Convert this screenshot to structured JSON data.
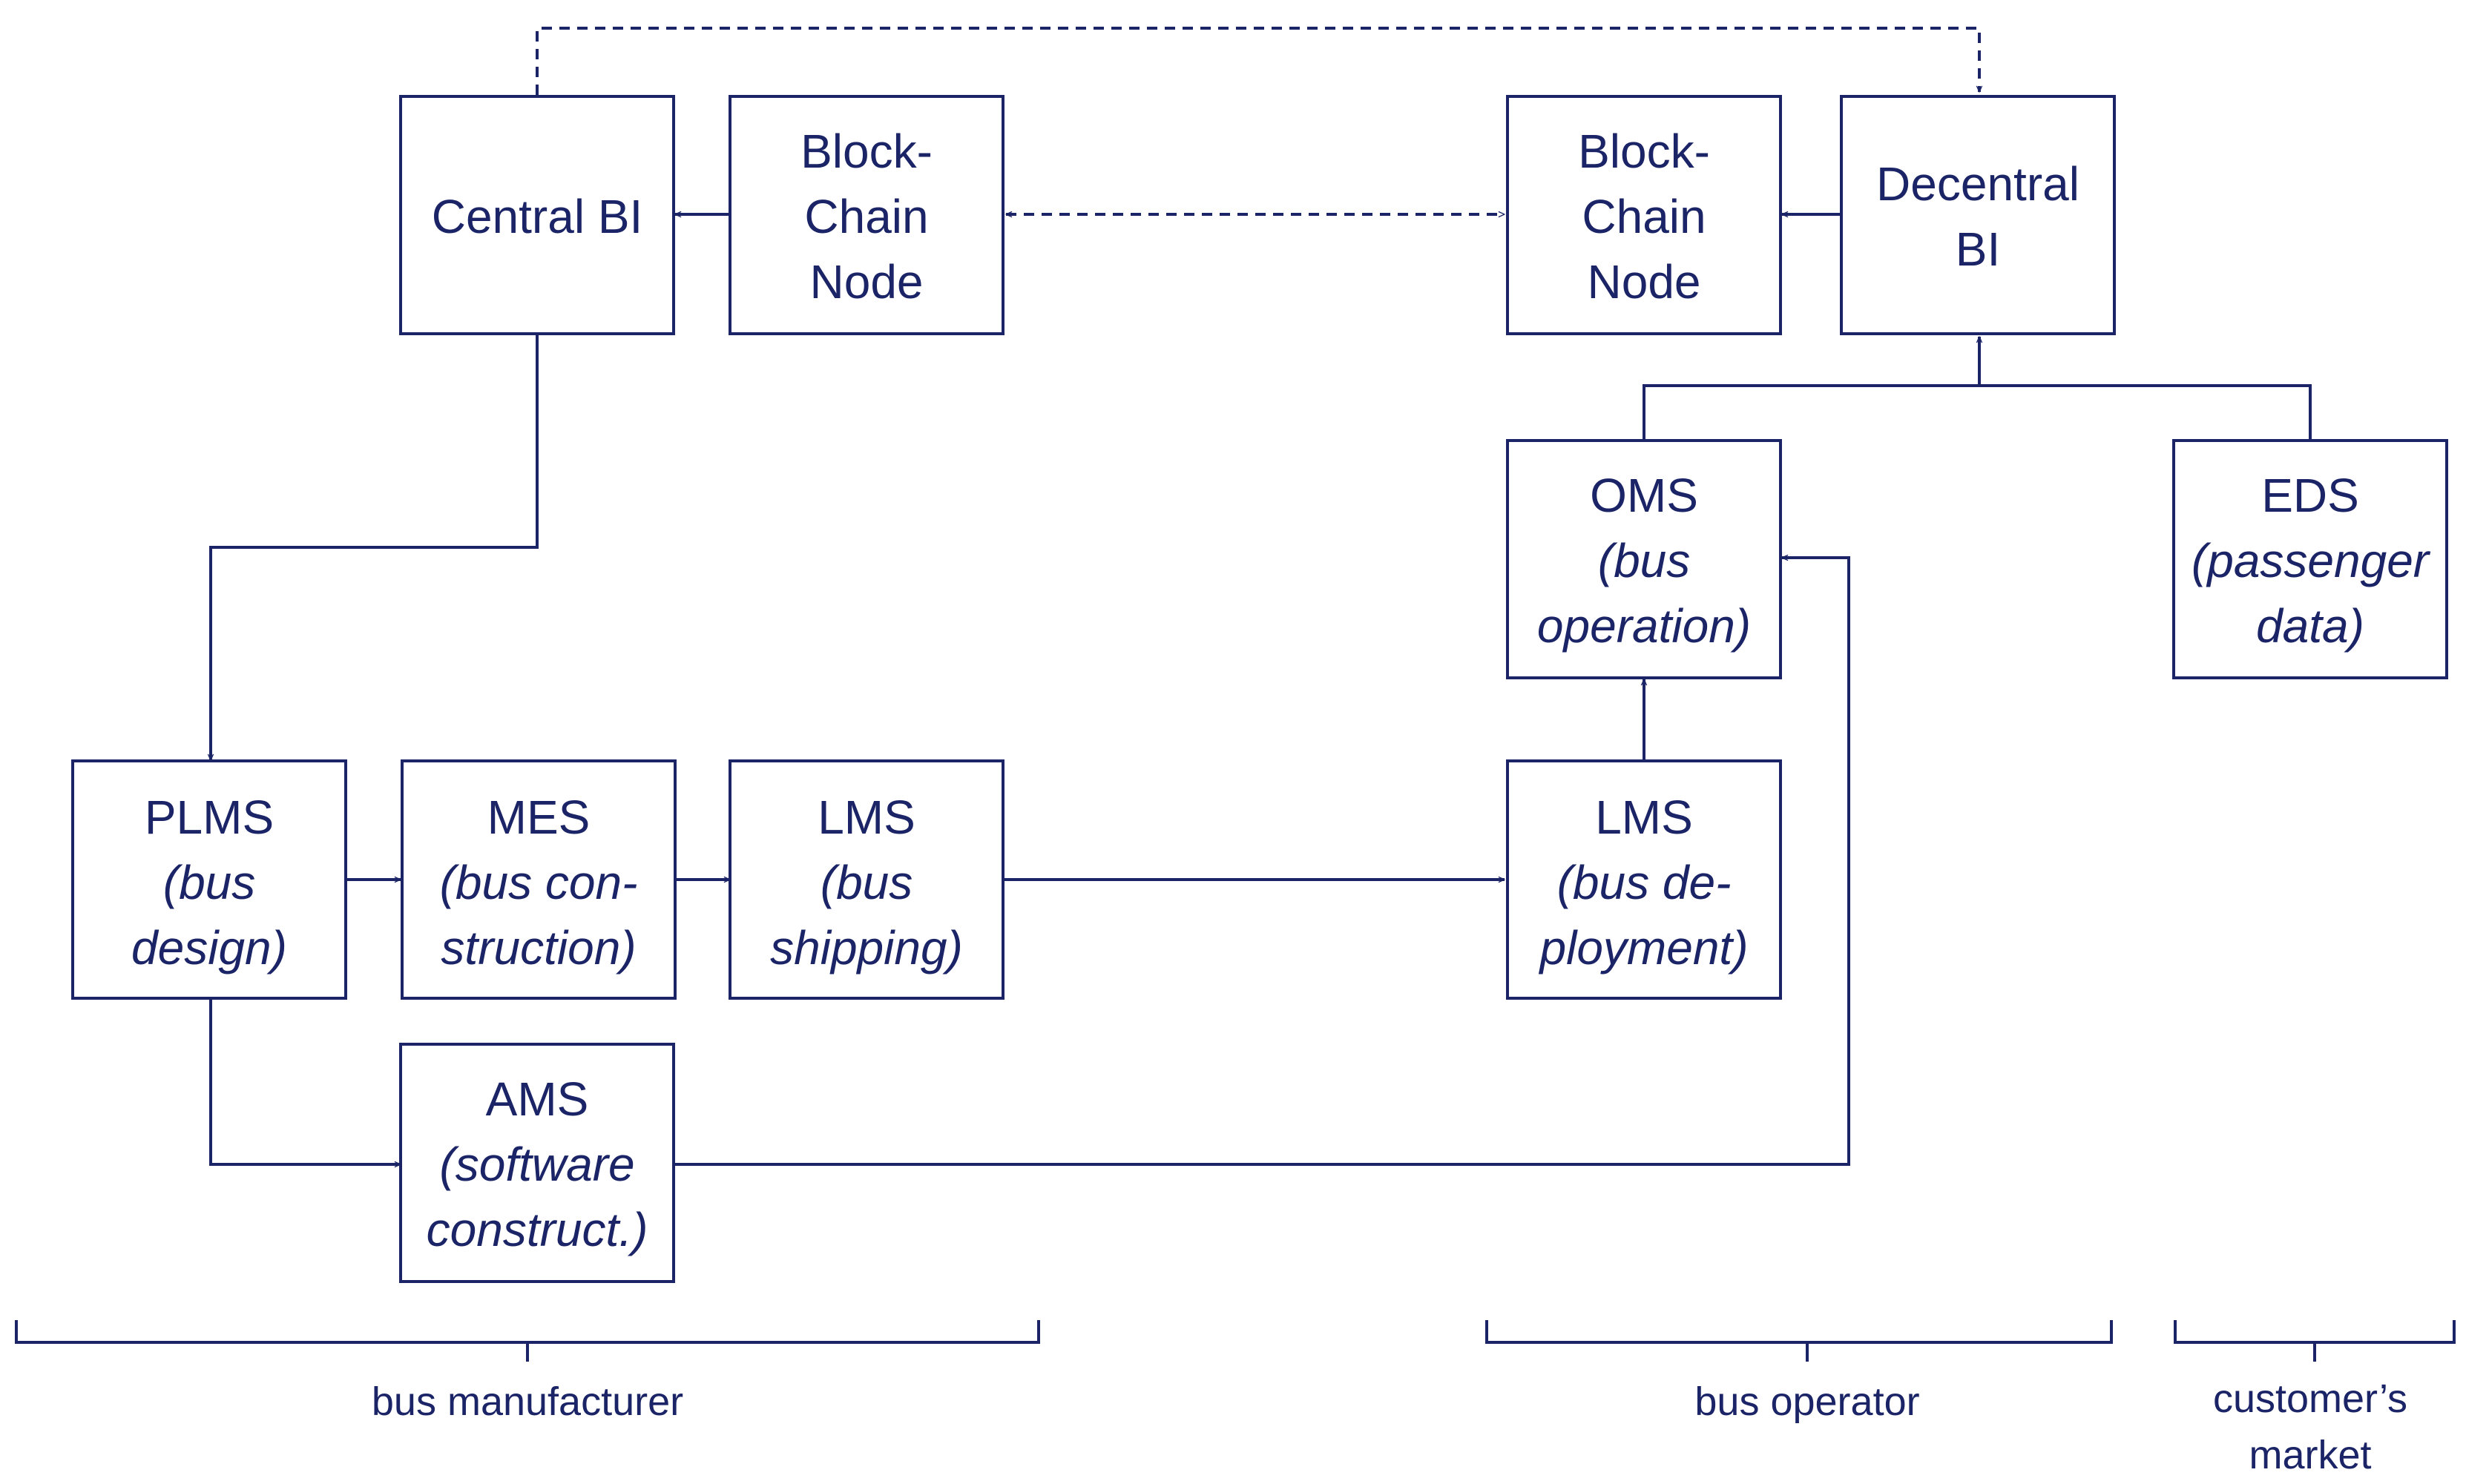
{
  "colors": {
    "stroke": "#1a2466",
    "text": "#1a2466",
    "background": "#ffffff"
  },
  "nodes": {
    "central_bi": {
      "line1": "Central BI"
    },
    "blockchain_node_left": {
      "line1": "Block-",
      "line2": "Chain",
      "line3": "Node"
    },
    "blockchain_node_right": {
      "line1": "Block-",
      "line2": "Chain",
      "line3": "Node"
    },
    "decentral_bi": {
      "line1": "Decentral",
      "line2": "BI"
    },
    "oms": {
      "title": "OMS",
      "sub1": "(bus",
      "sub2": "operation)"
    },
    "eds": {
      "title": "EDS",
      "sub1": "(passenger",
      "sub2": "data)"
    },
    "plms": {
      "title": "PLMS",
      "sub1": "(bus",
      "sub2": "design)"
    },
    "mes": {
      "title": "MES",
      "sub1": "(bus con-",
      "sub2": "struction)"
    },
    "lms_shipping": {
      "title": "LMS",
      "sub1": "(bus",
      "sub2": "shipping)"
    },
    "lms_deployment": {
      "title": "LMS",
      "sub1": "(bus de-",
      "sub2": "ployment)"
    },
    "ams": {
      "title": "AMS",
      "sub1": "(software",
      "sub2": "construct.)"
    }
  },
  "groups": {
    "manufacturer": {
      "label": "bus manufacturer"
    },
    "operator": {
      "label": "bus operator"
    },
    "market": {
      "line1": "customer’s",
      "line2": "market"
    }
  }
}
